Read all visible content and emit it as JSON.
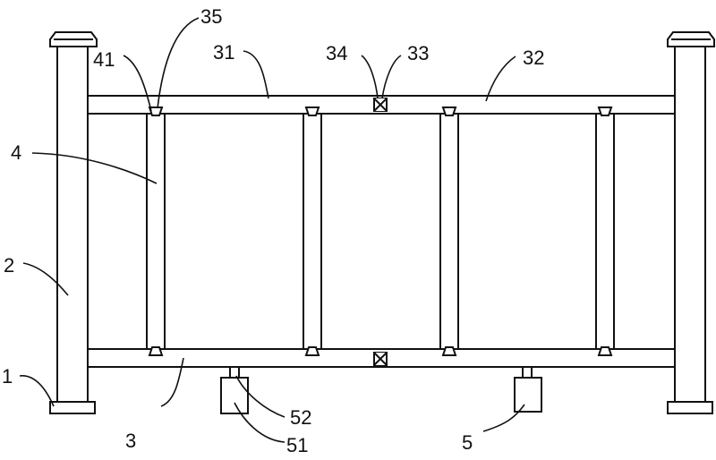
{
  "labels": {
    "l1": "1",
    "l2": "2",
    "l3": "3",
    "l4": "4",
    "l5": "5",
    "l31": "31",
    "l32": "32",
    "l33": "33",
    "l34": "34",
    "l35": "35",
    "l41": "41",
    "l51": "51",
    "l52": "52"
  }
}
